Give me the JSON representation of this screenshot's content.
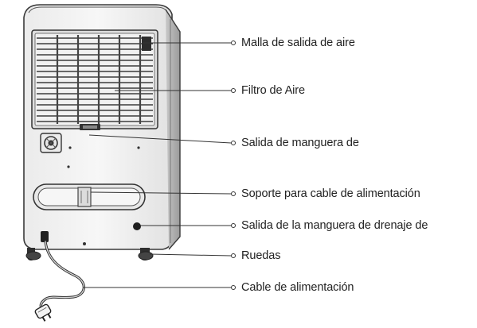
{
  "labels": {
    "outlet_grille": "Malla de salida de aire",
    "air_filter": "Filtro de Aire",
    "hose_outlet": "Salida de manguera de",
    "cord_holder": "Soporte para cable de alimentación",
    "drain_hose_outlet": "Salida de la manguera de drenaje de",
    "wheels": "Ruedas",
    "power_cord": "Cable de alimentación"
  }
}
